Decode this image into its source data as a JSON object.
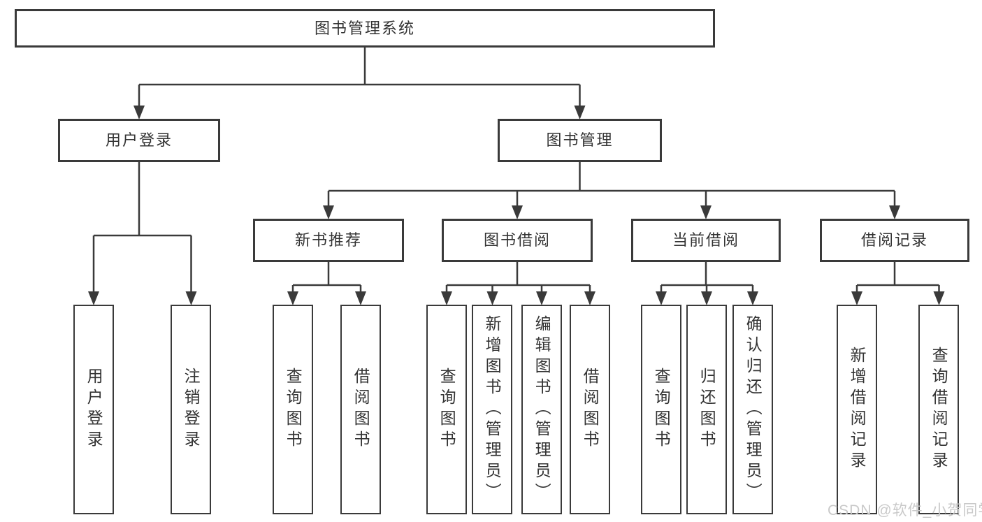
{
  "diagram": {
    "root": {
      "label": "图书管理系统"
    },
    "branches": [
      {
        "label": "用户登录",
        "children": [
          {
            "label": "用户登录"
          },
          {
            "label": "注销登录"
          }
        ]
      },
      {
        "label": "图书管理",
        "children": [
          {
            "label": "新书推荐",
            "children": [
              {
                "label": "查询图书"
              },
              {
                "label": "借阅图书"
              }
            ]
          },
          {
            "label": "图书借阅",
            "children": [
              {
                "label": "查询图书"
              },
              {
                "label": "新增图书（管理员）"
              },
              {
                "label": "编辑图书（管理员）"
              },
              {
                "label": "借阅图书"
              }
            ]
          },
          {
            "label": "当前借阅",
            "children": [
              {
                "label": "查询图书"
              },
              {
                "label": "归还图书"
              },
              {
                "label": "确认归还（管理员）"
              }
            ]
          },
          {
            "label": "借阅记录",
            "children": [
              {
                "label": "新增借阅记录"
              },
              {
                "label": "查询借阅记录"
              }
            ]
          }
        ]
      }
    ]
  },
  "watermark": {
    "text": "CSDN @软件_小贺同学"
  },
  "colors": {
    "line": "#3a3a3a",
    "border": "#3a3a3a",
    "text": "#333333",
    "background": "#ffffff",
    "watermark": "#c9c9c9"
  }
}
